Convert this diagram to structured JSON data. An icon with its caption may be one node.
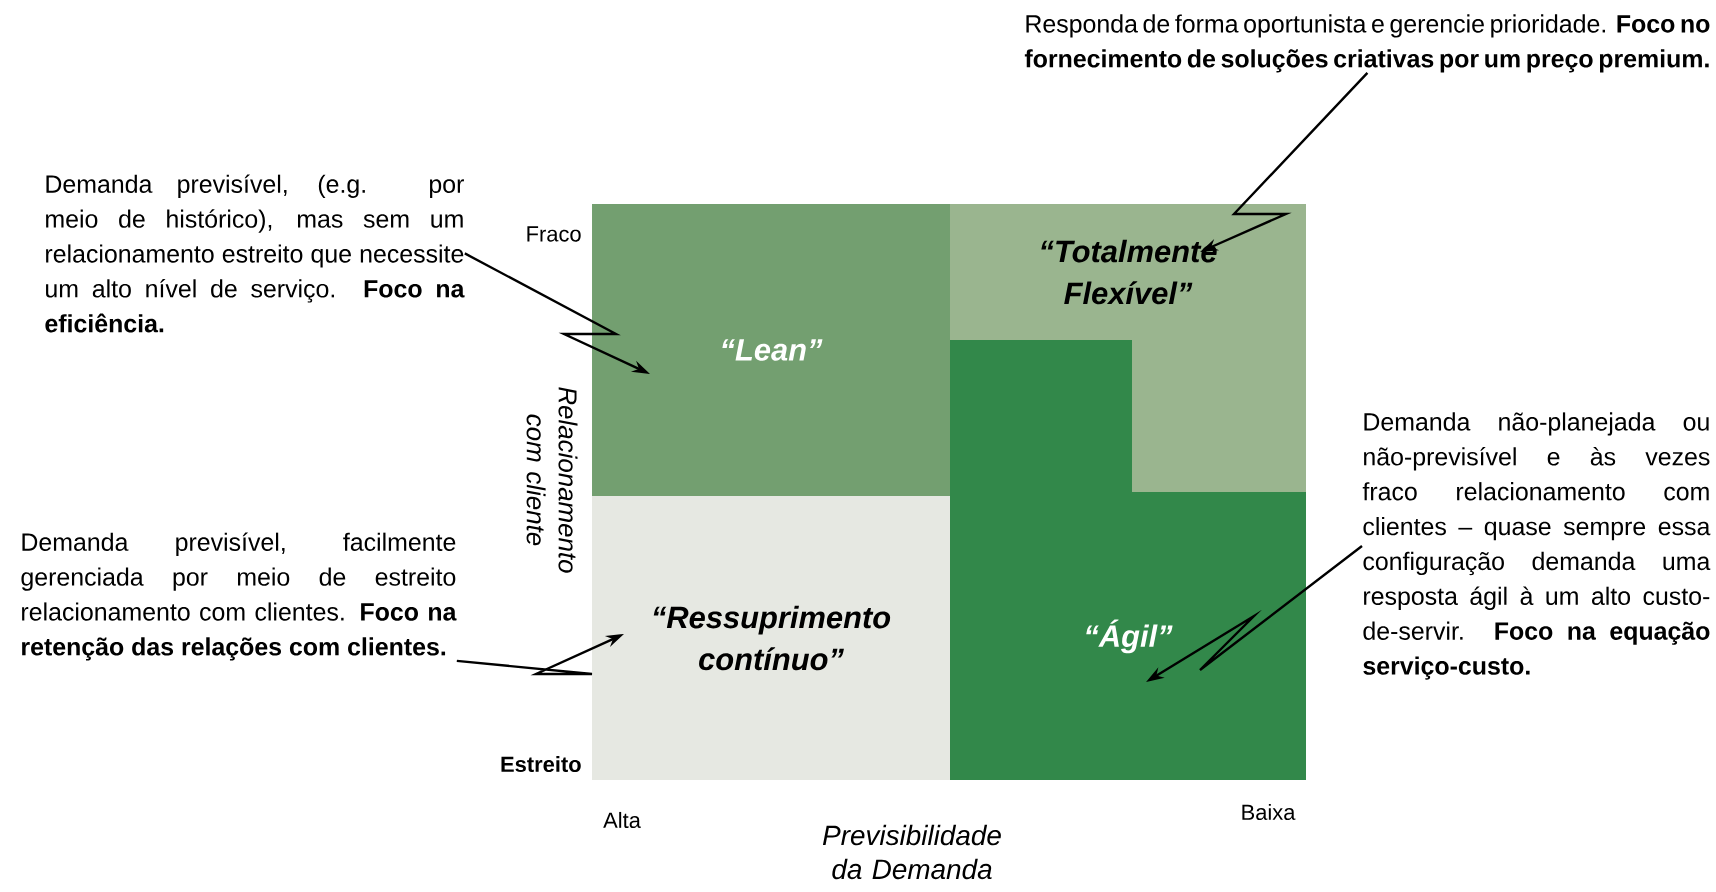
{
  "diagram": {
    "nodes": [
      {
        "text": [
          "Responda de forma oportunista e gerencie prioridade. **Foco no fornecimento de soluções criativas por um preço premium.**"
        ]
      },
      {
        "text": [
          "Demanda previsível, (e.g. por meio de histórico), mas sem um relacionamento estreito que necessite um alto nível de serviço. **Foco na eficiência.**"
        ]
      },
      {
        "text": [
          "“Lean”"
        ]
      },
      {
        "text": [
          "“Totalmente Flexível”"
        ]
      },
      {
        "text": [
          "Demanda não-planejada ou não-previsível e às vezes fraco relacionamento com clientes – quase sempre essa configuração demanda uma resposta ágil à um alto custo-de-servir. **Foco na equação serviço-custo.**"
        ]
      },
      {
        "text": [
          "“Ressuprimento contínuo”"
        ]
      },
      {
        "text": [
          "“Ágil”"
        ]
      },
      {
        "text": [
          "Demanda previsível, facilmente gerenciada por meio de estreito relacionamento com clientes. **Foco na retenção das relações com clientes.**"
        ]
      }
    ],
    "edges": [
      {
        "from": 0,
        "to": 3,
        "arrow": "to"
      },
      {
        "from": 1,
        "to": 2,
        "arrow": "to"
      },
      {
        "from": 4,
        "to": 6,
        "arrow": "to"
      },
      {
        "from": 7,
        "to": 5,
        "arrow": "to"
      }
    ],
    "labels": [
      "Fraco",
      "Relacionamento com cliente",
      "Estreito",
      "Alta",
      "Previsibilidade da Demanda",
      "Baixa"
    ]
  }
}
